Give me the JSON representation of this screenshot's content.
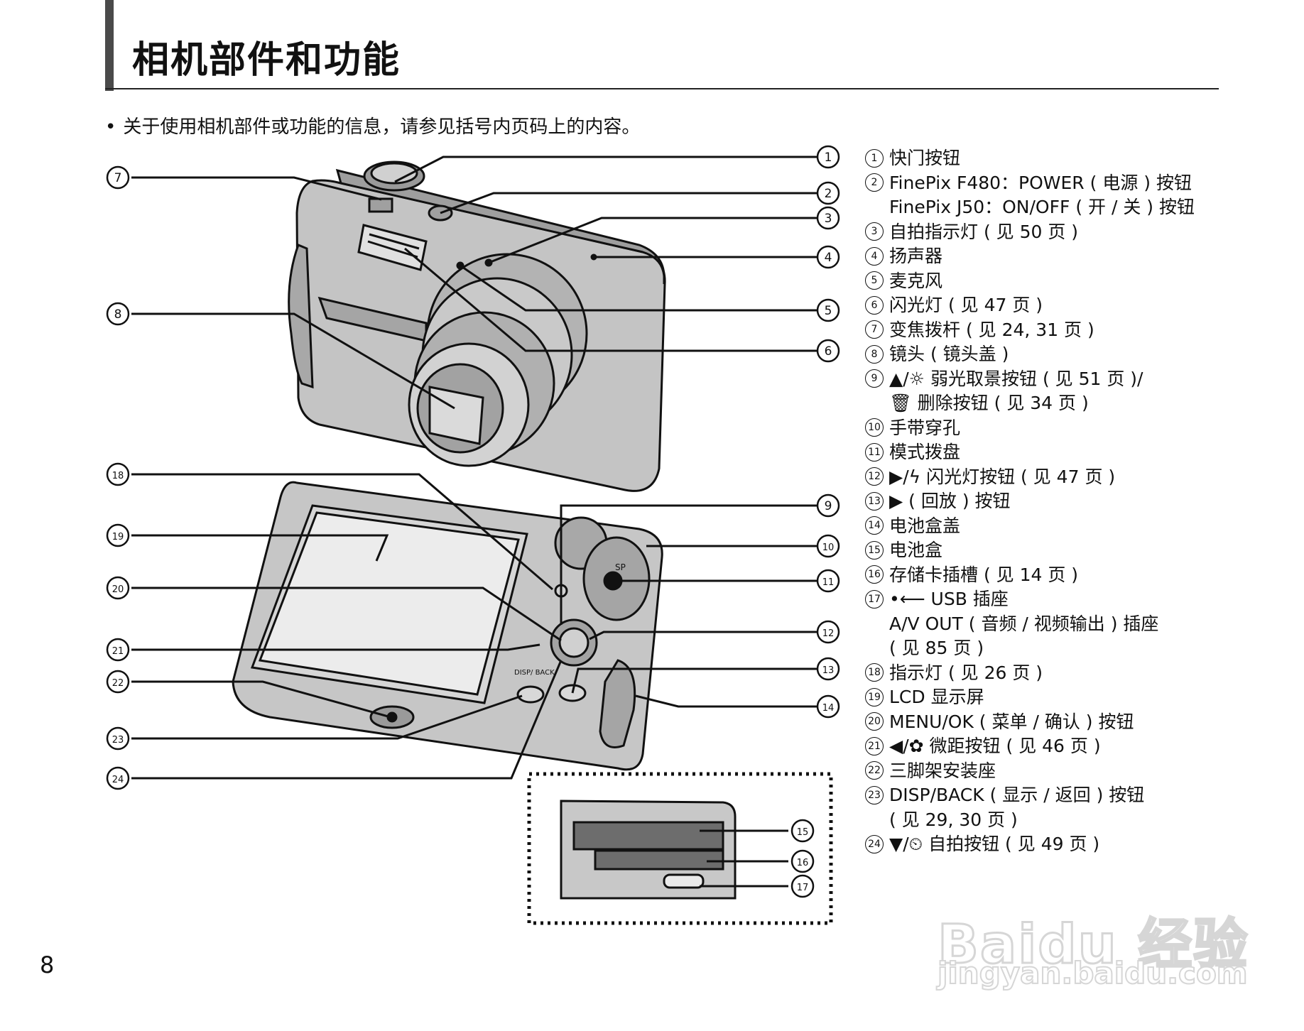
{
  "page": {
    "title": "相机部件和功能",
    "intro": "关于使用相机部件或功能的信息，请参见括号内页码上的内容。",
    "page_number": "8"
  },
  "callout_numbers": [
    "①",
    "②",
    "③",
    "④",
    "⑤",
    "⑥",
    "⑦",
    "⑧",
    "⑨",
    "⑩",
    "⑪",
    "⑫",
    "⑬",
    "⑭",
    "⑮",
    "⑯",
    "⑰",
    "⑱",
    "⑲",
    "⑳",
    "㉑",
    "㉒",
    "㉓",
    "㉔"
  ],
  "legend": [
    {
      "num": "1",
      "lines": [
        "快门按钮"
      ]
    },
    {
      "num": "2",
      "lines": [
        "FinePix F480：POWER ( 电源 ) 按钮",
        "FinePix J50：ON/OFF ( 开 / 关 ) 按钮"
      ]
    },
    {
      "num": "3",
      "lines": [
        "自拍指示灯 ( 见 50 页 )"
      ]
    },
    {
      "num": "4",
      "lines": [
        "扬声器"
      ]
    },
    {
      "num": "5",
      "lines": [
        "麦克风"
      ]
    },
    {
      "num": "6",
      "lines": [
        "闪光灯 ( 见 47 页 )"
      ]
    },
    {
      "num": "7",
      "lines": [
        "变焦拨杆 ( 见 24, 31 页 )"
      ]
    },
    {
      "num": "8",
      "lines": [
        "镜头 ( 镜头盖 )"
      ]
    },
    {
      "num": "9",
      "lines": [
        "▲/☼ 弱光取景按钮 ( 见 51 页 )/",
        "🗑 删除按钮 ( 见 34 页 )"
      ]
    },
    {
      "num": "10",
      "lines": [
        "手带穿孔"
      ]
    },
    {
      "num": "11",
      "lines": [
        "模式拨盘"
      ]
    },
    {
      "num": "12",
      "lines": [
        "▶/ϟ 闪光灯按钮 ( 见 47 页 )"
      ]
    },
    {
      "num": "13",
      "lines": [
        "▶ ( 回放 ) 按钮"
      ]
    },
    {
      "num": "14",
      "lines": [
        "电池盒盖"
      ]
    },
    {
      "num": "15",
      "lines": [
        "电池盒"
      ]
    },
    {
      "num": "16",
      "lines": [
        "存储卡插槽 ( 见 14 页 )"
      ]
    },
    {
      "num": "17",
      "lines": [
        "•⟵ USB 插座",
        "A/V OUT ( 音频 / 视频输出 ) 插座",
        "( 见 85 页 )"
      ]
    },
    {
      "num": "18",
      "lines": [
        "指示灯 ( 见 26 页 )"
      ]
    },
    {
      "num": "19",
      "lines": [
        "LCD 显示屏"
      ]
    },
    {
      "num": "20",
      "lines": [
        "MENU/OK ( 菜单 / 确认 ) 按钮"
      ]
    },
    {
      "num": "21",
      "lines": [
        "◀/✿ 微距按钮 ( 见 46 页 )"
      ]
    },
    {
      "num": "22",
      "lines": [
        "三脚架安装座"
      ]
    },
    {
      "num": "23",
      "lines": [
        "DISP/BACK ( 显示 / 返回 ) 按钮",
        "( 见 29, 30 页 )"
      ]
    },
    {
      "num": "24",
      "lines": [
        "▼/⏲ 自拍按钮 ( 见 49 页 )"
      ]
    }
  ],
  "camera_labels": {
    "disp_back": "DISP/ BACK",
    "mode_sp": "SP"
  },
  "watermark": {
    "brand": "Baidu 经验",
    "url": "jingyan.baidu.com"
  }
}
